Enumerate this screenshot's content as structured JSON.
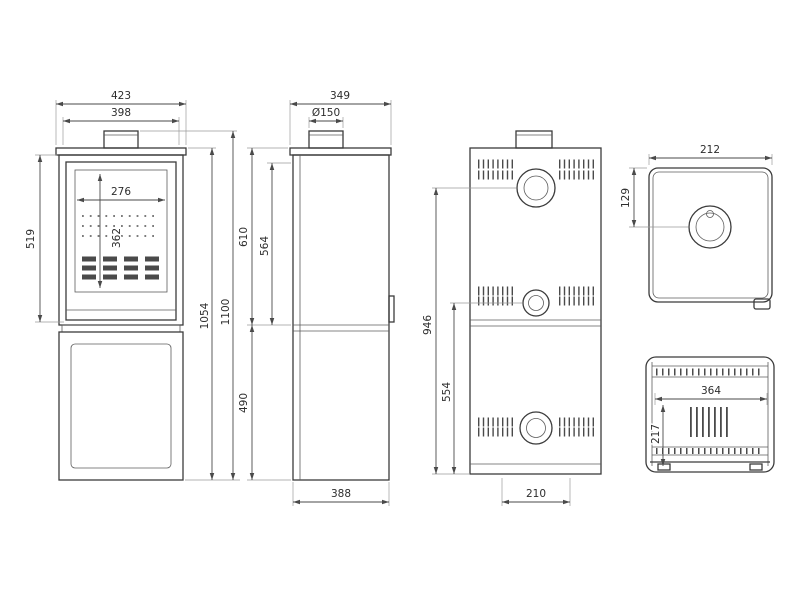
{
  "style": {
    "line_color": "#3b3b3b",
    "background": "#ffffff"
  },
  "views": {
    "front": {
      "dims": {
        "overall_width": "423",
        "body_width": "398",
        "glass_width": "276",
        "glass_height": "362",
        "firebox_height": "519",
        "body_height": "1054",
        "overall_height": "1100"
      }
    },
    "side": {
      "dims": {
        "depth": "349",
        "flue_diameter": "Ø150",
        "upper_height": "610",
        "upper_inner_height": "564",
        "base_height": "490",
        "base_depth": "388"
      }
    },
    "rear": {
      "dims": {
        "flue_height": "946",
        "lower_flue_height": "554",
        "base_width": "210"
      }
    },
    "top": {
      "dims": {
        "width": "212",
        "flue_offset": "129"
      }
    },
    "firebox": {
      "dims": {
        "inner_width": "364",
        "inner_height": "217"
      }
    }
  }
}
